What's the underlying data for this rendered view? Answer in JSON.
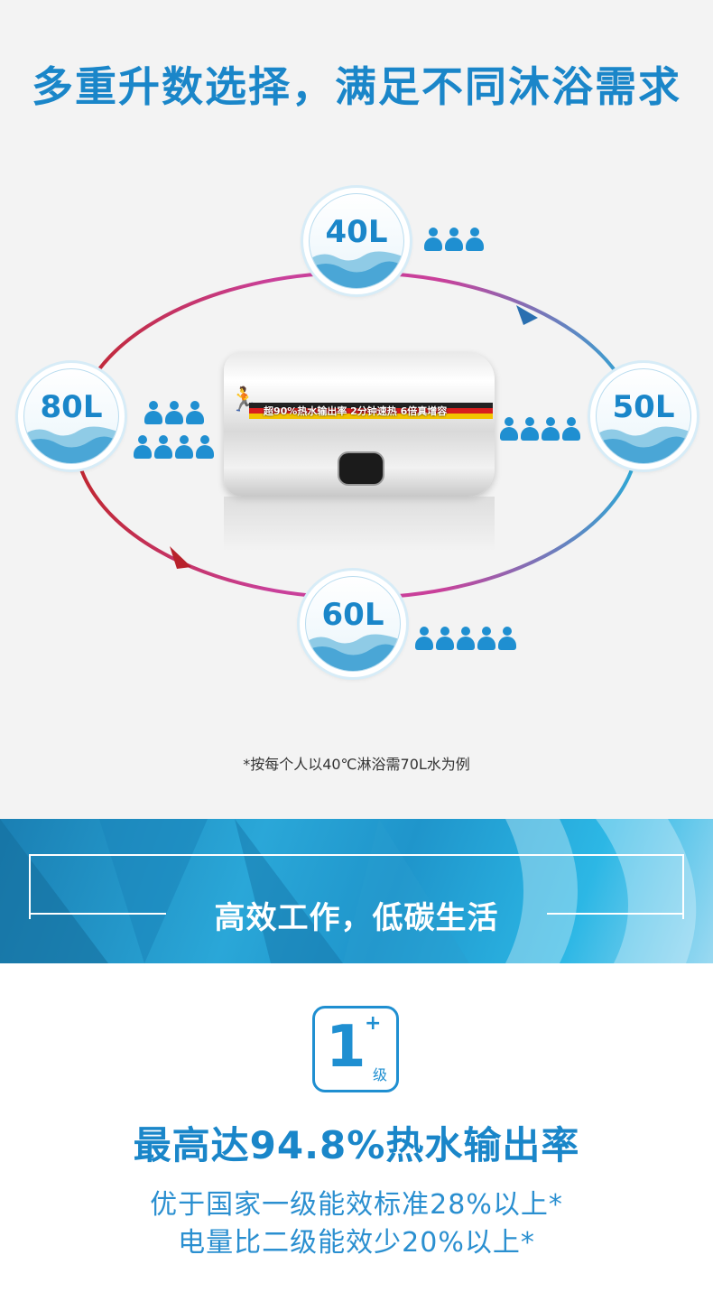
{
  "section1": {
    "title": "多重升数选择，满足不同沐浴需求",
    "volumes": [
      {
        "label": "40L",
        "people": 3
      },
      {
        "label": "50L",
        "people": 4
      },
      {
        "label": "60L",
        "people": 5
      },
      {
        "label": "80L",
        "people": 7
      }
    ],
    "product_strip": "超90%热水输出率  2分钟速热  6倍真增容",
    "note": "*按每个人以40℃淋浴需70L水为例"
  },
  "section2": {
    "slogan": "高效工作，低碳生活"
  },
  "section3": {
    "badge_number": "1",
    "badge_plus": "+",
    "badge_grade": "级",
    "headline": "最高达94.8%热水输出率",
    "line1": "优于国家一级能效标准28%以上*",
    "line2": "电量比二级能效少20%以上*"
  },
  "colors": {
    "primary_blue": "#1a86c9",
    "ring_red": "#c0262e",
    "ring_magenta": "#c9409a",
    "ring_cyan": "#2aa9d6"
  }
}
